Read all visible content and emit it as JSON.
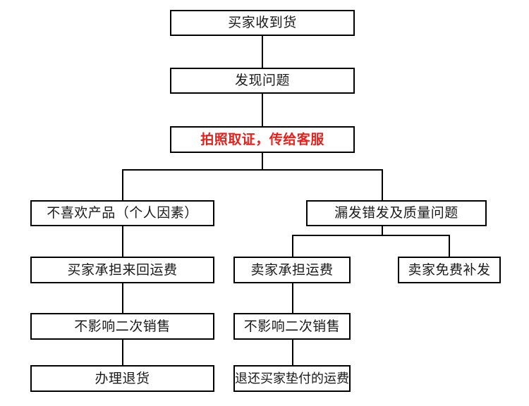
{
  "chart_data": {
    "type": "diagram",
    "title": "",
    "diagram_kind": "flowchart",
    "orientation": "top-down",
    "accent_color": "#e8201c",
    "line_color": "#000000",
    "node_fill": "#ffffff",
    "nodes": [
      {
        "id": "n1",
        "label": "买家收到货",
        "emphasis": "normal"
      },
      {
        "id": "n2",
        "label": "发现问题",
        "emphasis": "normal"
      },
      {
        "id": "n3",
        "label": "拍照取证，传给客服",
        "emphasis": "highlight"
      },
      {
        "id": "n4",
        "label": "不喜欢产品（个人因素）",
        "emphasis": "normal"
      },
      {
        "id": "n5",
        "label": "漏发错发及质量问题",
        "emphasis": "normal"
      },
      {
        "id": "n6",
        "label": "买家承担来回运费",
        "emphasis": "normal"
      },
      {
        "id": "n7",
        "label": "卖家承担运费",
        "emphasis": "normal"
      },
      {
        "id": "n8",
        "label": "卖家免费补发",
        "emphasis": "normal"
      },
      {
        "id": "n9",
        "label": "不影响二次销售",
        "emphasis": "normal"
      },
      {
        "id": "n10",
        "label": "不影响二次销售",
        "emphasis": "normal"
      },
      {
        "id": "n11",
        "label": "办理退货",
        "emphasis": "normal"
      },
      {
        "id": "n12",
        "label": "退还买家垫付的运费",
        "emphasis": "normal"
      }
    ],
    "edges": [
      {
        "from": "n1",
        "to": "n2"
      },
      {
        "from": "n2",
        "to": "n3"
      },
      {
        "from": "n3",
        "to": "n4"
      },
      {
        "from": "n3",
        "to": "n5"
      },
      {
        "from": "n4",
        "to": "n6"
      },
      {
        "from": "n5",
        "to": "n7"
      },
      {
        "from": "n5",
        "to": "n8"
      },
      {
        "from": "n6",
        "to": "n9"
      },
      {
        "from": "n7",
        "to": "n10"
      },
      {
        "from": "n9",
        "to": "n11"
      },
      {
        "from": "n10",
        "to": "n12"
      }
    ]
  },
  "flow": {
    "receive_goods": "买家收到货",
    "find_problem": "发现问题",
    "photo_evidence": "拍照取证，传给客服",
    "dislike_product": "不喜欢产品（个人因素）",
    "missing_wrong_quality": "漏发错发及质量问题",
    "buyer_pays_round_trip": "买家承担来回运费",
    "seller_pays_shipping": "卖家承担运费",
    "seller_free_reship": "卖家免费补发",
    "no_impact_resale_left": "不影响二次销售",
    "no_impact_resale_right": "不影响二次销售",
    "process_return": "办理退货",
    "refund_prepaid_shipping": "退还买家垫付的运费"
  }
}
